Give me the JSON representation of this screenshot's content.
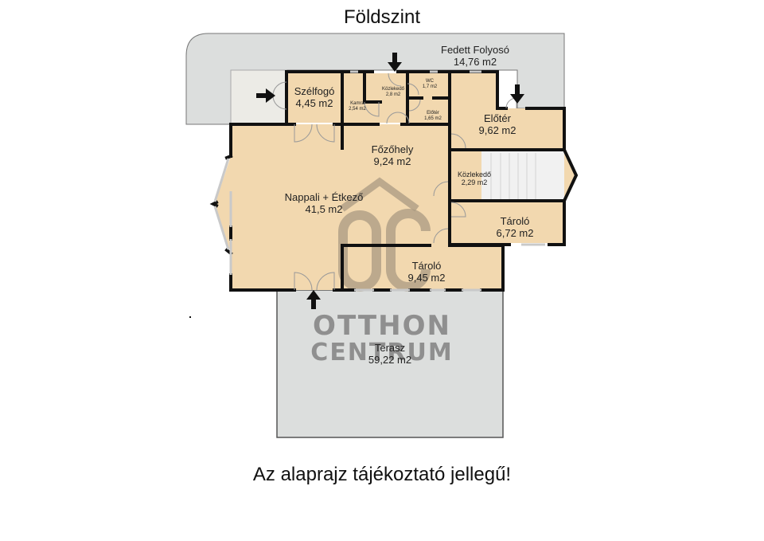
{
  "header": {
    "title": "Földszint"
  },
  "footer": {
    "disclaimer": "Az alaprajz tájékoztató jellegű!"
  },
  "watermark": {
    "logo": "OC",
    "line1": "OTTHON",
    "line2": "CENTRUM"
  },
  "colors": {
    "room_fill": "#f2d8af",
    "outdoor_fill": "#dcdedd",
    "entry_fill": "#ecebe6",
    "stair_fill": "#f1f1f1",
    "wall": "#111111",
    "window": "#c9c9c9",
    "watermark": "#8f8f8f"
  },
  "rooms": [
    {
      "id": "fedett-folyoso",
      "name": "Fedett Folyosó",
      "area": "14,76 m2"
    },
    {
      "id": "szelfogo",
      "name": "Szélfogó",
      "area": "4,45 m2"
    },
    {
      "id": "kamra",
      "name": "Kamra",
      "area": "2,54 m2"
    },
    {
      "id": "kozlekedo-1",
      "name": "Közlekedő",
      "area": "2,8 m2"
    },
    {
      "id": "wc",
      "name": "WC",
      "area": "1,7 m2"
    },
    {
      "id": "eloter-small",
      "name": "Előtér",
      "area": "1,65 m2"
    },
    {
      "id": "eloter",
      "name": "Előtér",
      "area": "9,62 m2"
    },
    {
      "id": "fozohely",
      "name": "Főzőhely",
      "area": "9,24 m2"
    },
    {
      "id": "nappali",
      "name": "Nappali + Étkező",
      "area": "41,5 m2"
    },
    {
      "id": "kozlekedo-2",
      "name": "Közlekedő",
      "area": "2,29 m2"
    },
    {
      "id": "tarolo-1",
      "name": "Tároló",
      "area": "6,72 m2"
    },
    {
      "id": "tarolo-2",
      "name": "Tároló",
      "area": "9,45 m2"
    },
    {
      "id": "terasz",
      "name": "Terasz",
      "area": "59,22 m2"
    }
  ]
}
